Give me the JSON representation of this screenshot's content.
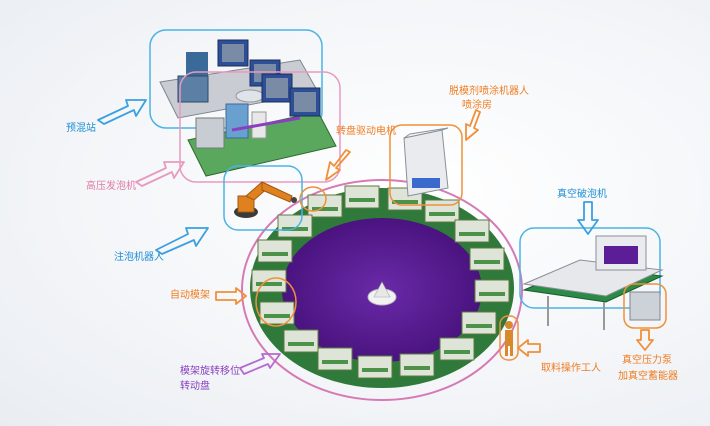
{
  "labels": {
    "premix_station": "预混站",
    "high_pressure_foaming": "高压发泡机",
    "injection_robot": "注泡机器人",
    "turntable_motor": "转盘驱动电机",
    "release_robot": "脱模剂喷涂机器人",
    "spray_booth": "喷涂房",
    "vacuum_foaming": "真空破泡机",
    "auto_mold": "自动模架",
    "rotation_line1": "模架旋转移位",
    "rotation_line2": "转动盘",
    "operator": "取料操作工人",
    "vacuum_line1": "真空压力泵",
    "vacuum_line2": "加真空蓄能器"
  },
  "colors": {
    "blue": "#1f8fd6",
    "pink": "#e07aa8",
    "orange": "#ef7d22",
    "purple": "#8a3fbf",
    "platform_green": "#2f7a3a",
    "turntable_purple": "#5b1e96"
  }
}
